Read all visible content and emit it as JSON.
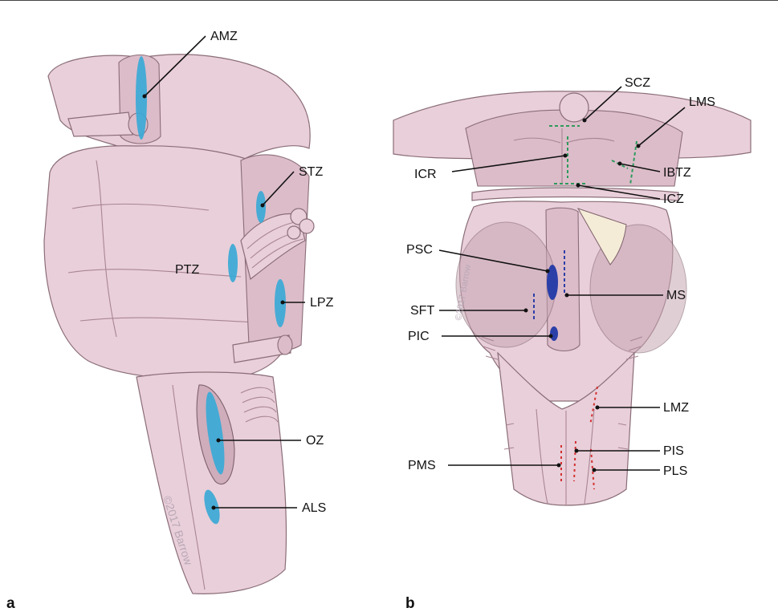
{
  "panels": {
    "a": {
      "letter": "a",
      "labels": {
        "amz": "AMZ",
        "stz": "STZ",
        "ptz": "PTZ",
        "lpz": "LPZ",
        "oz": "OZ",
        "als": "ALS"
      },
      "watermark": "©2017 Barrow"
    },
    "b": {
      "letter": "b",
      "labels": {
        "scz": "SCZ",
        "lms": "LMS",
        "icr": "ICR",
        "ibtz": "IBTZ",
        "icz": "ICZ",
        "psc": "PSC",
        "ms": "MS",
        "sft": "SFT",
        "pic": "PIC",
        "lmz": "LMZ",
        "pis": "PIS",
        "pms": "PMS",
        "pls": "PLS"
      },
      "watermark": "©2017 Barrow"
    }
  },
  "colors": {
    "safe_zone_light": "#3aa9d6",
    "safe_zone_dark": "#2b3fa8",
    "dashed_green": "#2e9a5c",
    "dashed_red": "#d23030",
    "tissue": "#e9cfd9"
  }
}
